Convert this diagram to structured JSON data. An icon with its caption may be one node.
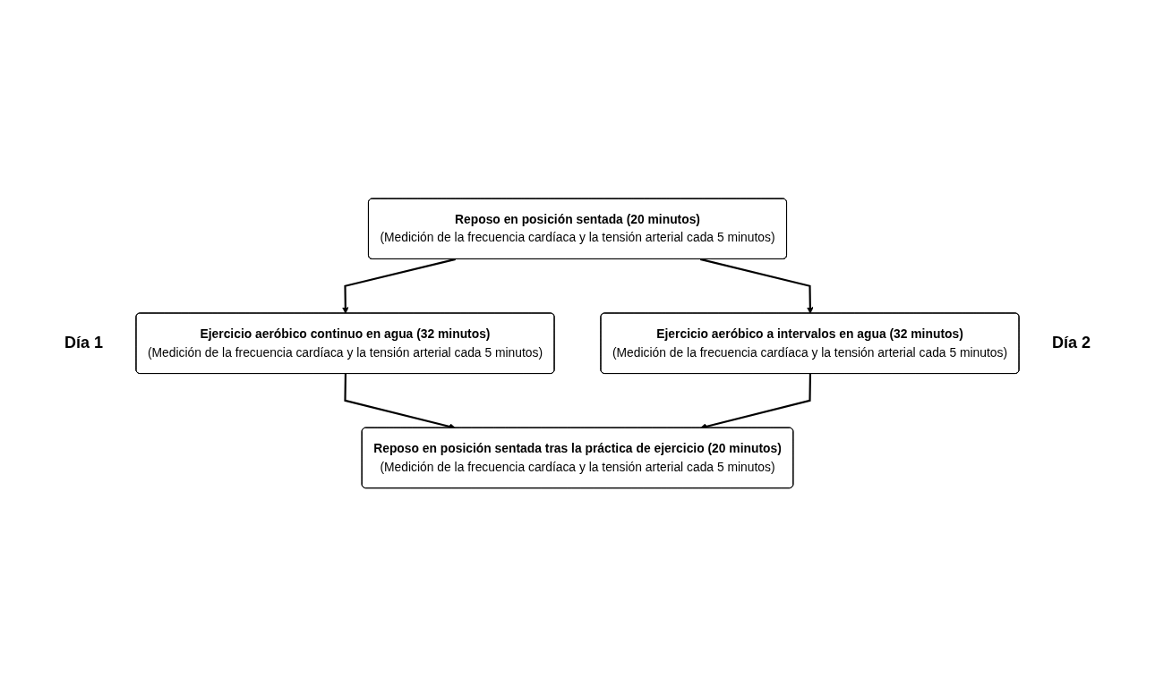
{
  "diagram": {
    "nodes": [
      {
        "text": [
          "Reposo en posición sentada (20 minutos)",
          "(Medición de la frecuencia cardíaca y la tensión arterial cada 5 minutos)"
        ]
      },
      {
        "text": [
          "Ejercicio aeróbico continuo en agua (32 minutos)",
          "(Medición de la frecuencia cardíaca y la tensión arterial cada 5 minutos)"
        ]
      },
      {
        "text": [
          "Ejercicio aeróbico a intervalos en agua (32 minutos)",
          "(Medición de la frecuencia cardíaca y la tensión arterial cada 5 minutos)"
        ]
      },
      {
        "text": [
          "Reposo en posición sentada tras la práctica de ejercicio (20 minutos)",
          "(Medición de la frecuencia cardíaca y la tensión arterial cada 5 minutos)"
        ]
      }
    ],
    "edges": [
      {
        "from": 0,
        "to": 1,
        "arrow": "to"
      },
      {
        "from": 0,
        "to": 2,
        "arrow": "to"
      },
      {
        "from": 1,
        "to": 3,
        "arrow": "to"
      },
      {
        "from": 2,
        "to": 3,
        "arrow": "to"
      }
    ],
    "labels": [
      "Día 1",
      "Día 2"
    ]
  }
}
